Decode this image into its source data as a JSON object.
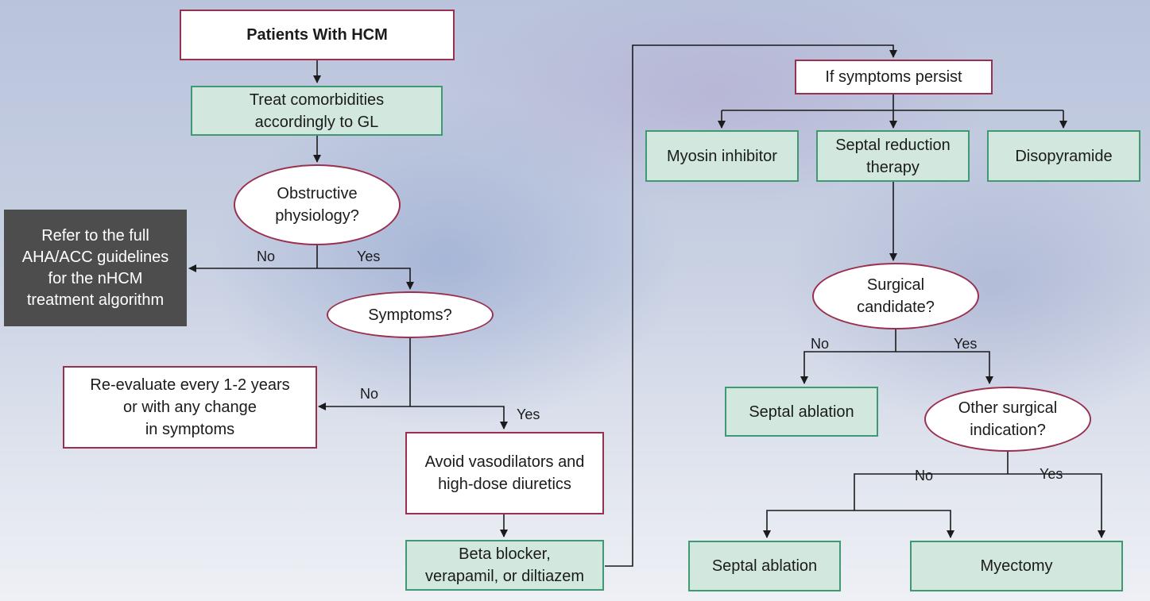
{
  "nodes": {
    "start": "Patients With HCM",
    "treat_comorbidities": "Treat comorbidities\naccordingly to GL",
    "obstructive": "Obstructive\nphysiology?",
    "refer": "Refer to the full\nAHA/ACC guidelines\nfor the nHCM\ntreatment algorithm",
    "symptoms": "Symptoms?",
    "reevaluate": "Re-evaluate every 1-2 years\nor with any change\nin symptoms",
    "avoid": "Avoid vasodilators and\nhigh-dose diuretics",
    "beta_blocker": "Beta blocker,\nverapamil, or diltiazem",
    "persist": "If symptoms persist",
    "myosin": "Myosin inhibitor",
    "septal_reduction": "Septal reduction\ntherapy",
    "disopyramide": "Disopyramide",
    "surgical_candidate": "Surgical\ncandidate?",
    "septal_ablation_1": "Septal ablation",
    "other_surgical": "Other surgical\nindication?",
    "septal_ablation_2": "Septal ablation",
    "myectomy": "Myectomy"
  },
  "edge_labels": {
    "obstructive_no": "No",
    "obstructive_yes": "Yes",
    "symptoms_no": "No",
    "symptoms_yes": "Yes",
    "surgical_no": "No",
    "surgical_yes": "Yes",
    "other_no": "No",
    "other_yes": "Yes"
  },
  "colors": {
    "white_box_border": "#9a3050",
    "green_box_fill": "#d2e8df",
    "green_box_border": "#3f9a74",
    "dark_box_fill": "#4d4d4d",
    "connector": "#1b1b1b"
  }
}
